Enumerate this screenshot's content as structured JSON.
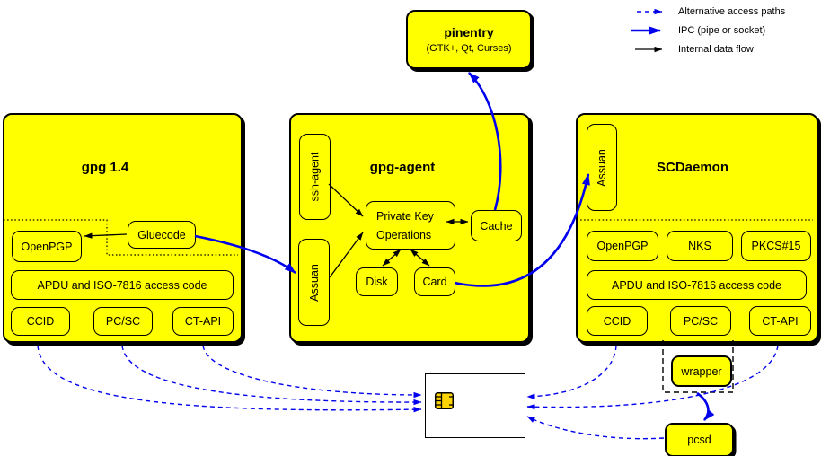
{
  "colors": {
    "module_fill": "#ffff00",
    "line_blue": "#0000ee",
    "line_black": "#000000"
  },
  "legend": {
    "items": [
      {
        "label": "Alternative access paths",
        "style": "dashed-blue"
      },
      {
        "label": "IPC (pipe or socket)",
        "style": "solid-blue-thick"
      },
      {
        "label": "Internal data flow",
        "style": "solid-black-thin"
      }
    ]
  },
  "pinentry": {
    "title": "pinentry",
    "subtitle": "(GTK+, Qt, Curses)"
  },
  "gpg14": {
    "title": "gpg 1.4",
    "openpgp": "OpenPGP",
    "gluecode": "Gluecode",
    "apdu": "APDU and ISO-7816 access code",
    "ccid": "CCID",
    "pcsc": "PC/SC",
    "ctapi": "CT-API"
  },
  "gpg_agent": {
    "title": "gpg-agent",
    "ssh_agent": "ssh-agent",
    "assuan": "Assuan",
    "pko_line1": "Private Key",
    "pko_line2": "Operations",
    "cache": "Cache",
    "disk": "Disk",
    "card": "Card"
  },
  "scdaemon": {
    "title": "SCDaemon",
    "assuan": "Assuan",
    "openpgp": "OpenPGP",
    "nks": "NKS",
    "pkcs15": "PKCS#15",
    "apdu": "APDU and ISO-7816 access code",
    "ccid": "CCID",
    "pcsc": "PC/SC",
    "ctapi": "CT-API",
    "wrapper": "wrapper"
  },
  "pcsd": {
    "label": "pcsd"
  },
  "smartcard": {
    "icon": "smartcard-chip-icon"
  }
}
